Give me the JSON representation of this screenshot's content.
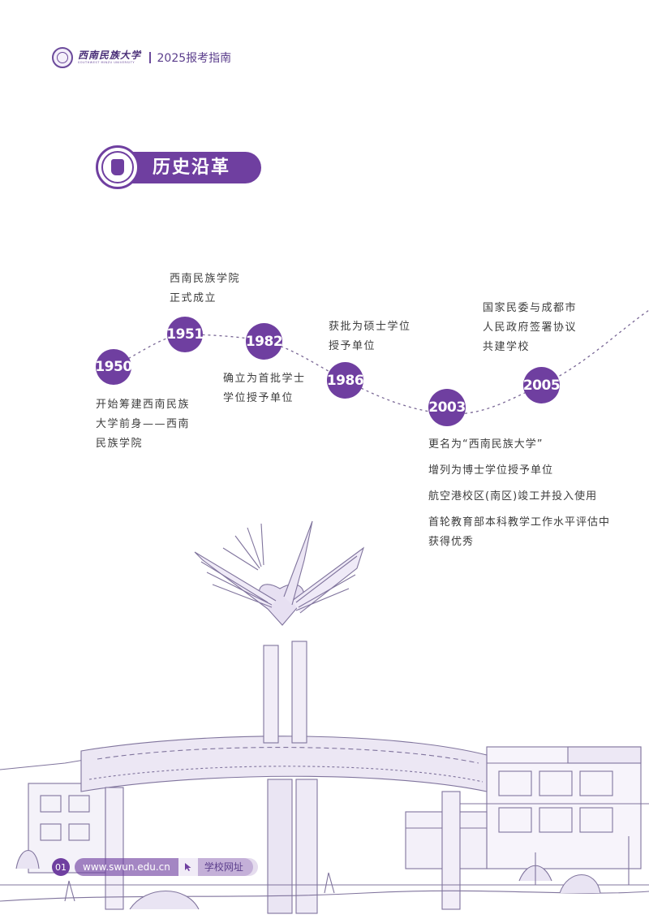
{
  "header": {
    "logo_cn": "西南民族大学",
    "logo_en": "SOUTHWEST MINZU UNIVERSITY",
    "title": "2025报考指南"
  },
  "section": {
    "title": "历史沿革"
  },
  "timeline": {
    "years": [
      "1950",
      "1951",
      "1982",
      "1986",
      "2003",
      "2005"
    ],
    "events": {
      "e1950": [
        "开始筹建西南民族",
        "大学前身——西南",
        "民族学院"
      ],
      "e1951": [
        "西南民族学院",
        "正式成立"
      ],
      "e1982": [
        "确立为首批学士",
        "学位授予单位"
      ],
      "e1986": [
        "获批为硕士学位",
        "授予单位"
      ],
      "e2003": [
        "更名为“西南民族大学”",
        "增列为博士学位授予单位",
        "航空港校区(南区)竣工并投入使用",
        "首轮教育部本科教学工作水平评估中",
        "获得优秀"
      ],
      "e2005": [
        "国家民委与成都市",
        "人民政府签署协议",
        "共建学校"
      ]
    }
  },
  "footer": {
    "page": "01",
    "url": "www.swun.edu.cn",
    "link_label": "学校网址",
    "cursor_icon": "cursor-icon"
  },
  "colors": {
    "brand": "#6f3fa0",
    "text": "#3d3d3d"
  }
}
